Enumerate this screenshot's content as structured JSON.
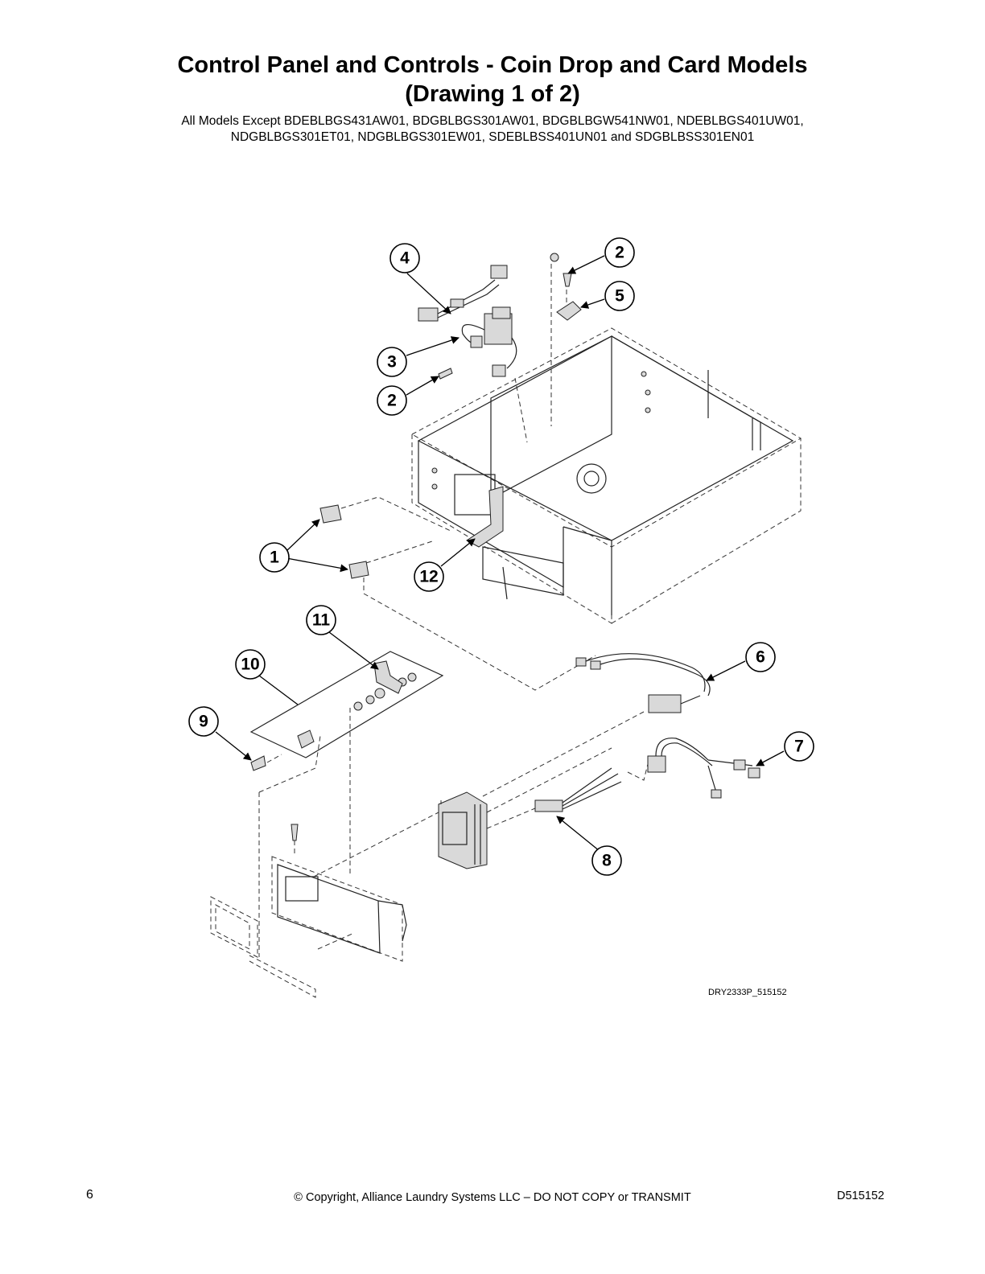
{
  "header": {
    "title_line1": "Control Panel and Controls - Coin Drop and Card Models",
    "title_line2": "(Drawing 1 of 2)",
    "subtitle_line1": "All Models Except BDEBLBGS431AW01, BDGBLBGS301AW01, BDGBLBGW541NW01, NDEBLBGS401UW01,",
    "subtitle_line2": "NDGBLBGS301ET01, NDGBLBGS301EW01, SDEBLBSS401UN01 and SDGBLBSS301EN01"
  },
  "diagram": {
    "drawing_id": "DRY2333P_515152",
    "callouts": [
      "1",
      "2",
      "2",
      "3",
      "4",
      "5",
      "6",
      "7",
      "8",
      "9",
      "10",
      "11",
      "12"
    ]
  },
  "footer": {
    "page_number": "6",
    "copyright": "© Copyright, Alliance Laundry Systems LLC – DO NOT COPY or TRANSMIT",
    "doc_number": "D515152"
  }
}
